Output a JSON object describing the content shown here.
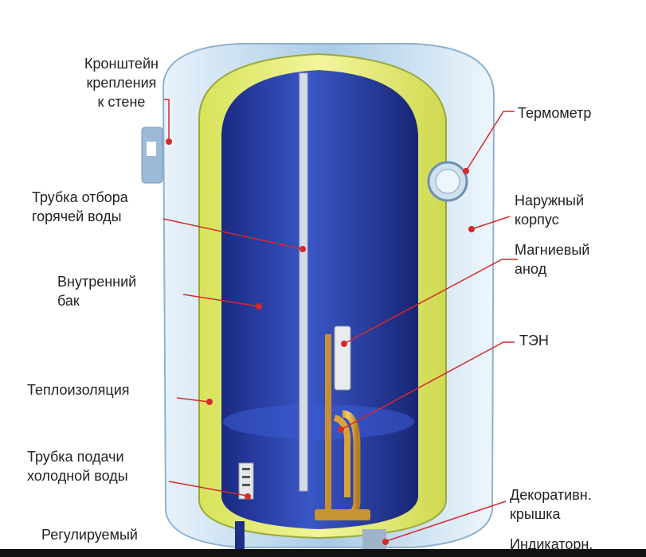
{
  "labels": {
    "bracket": "Кронштейн\nкрепления\nк стене",
    "hot_pipe": "Трубка отбора\nгорячей воды",
    "inner_tank": "Внутренний\nбак",
    "insulation": "Теплоизоляция",
    "cold_pipe": "Трубка подачи\nхолодной воды",
    "regulator": "Регулируемый",
    "thermometer": "Термометр",
    "outer_case": "Наружный\nкорпус",
    "anode": "Магниевый\nанод",
    "heater": "ТЭН",
    "cover": "Декоративн.\nкрышка",
    "indicator": "Индикаторн."
  },
  "colors": {
    "outer_shell": "#bcd8ee",
    "insulation": "#e6ee7a",
    "inner_tank": "#2b3fa6",
    "leader_line": "#d42a2a",
    "pipe": "#cfd5e0",
    "heater": "#d9a23c"
  }
}
